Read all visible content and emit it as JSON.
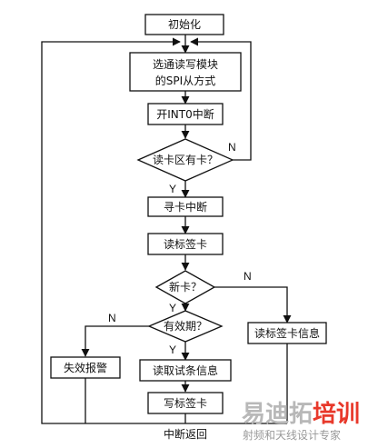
{
  "flowchart": {
    "nodes": {
      "init": "初始化",
      "select_line1": "选通读写模块",
      "select_line2": "的SPI从方式",
      "open_int": "开INT0中断",
      "card_in_area": "读卡区有卡？",
      "seek_int": "寻卡中断",
      "read_tag": "读标签卡",
      "new_card": "新卡？",
      "valid": "有效期？",
      "fail_alarm": "失效报警",
      "read_trial": "读取试条信息",
      "write_tag": "写标签卡",
      "read_tag_info": "读标签卡信息"
    },
    "labels": {
      "n1": "N",
      "y1": "Y",
      "n2": "N",
      "y2": "Y",
      "n3": "N",
      "y3": "Y",
      "return": "中断返回"
    }
  },
  "watermark": {
    "name": "易迪拓培训",
    "slogan": "射频和天线设计专家",
    "colors": {
      "gray": "#b8b8b8",
      "red": "#e8382a"
    }
  }
}
